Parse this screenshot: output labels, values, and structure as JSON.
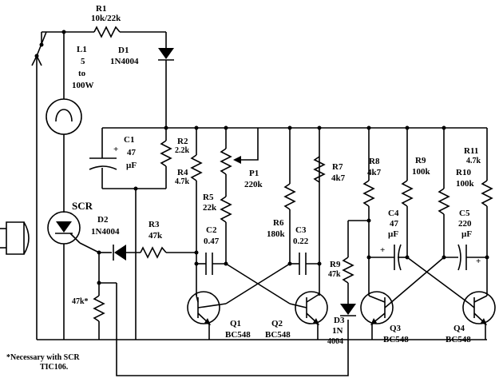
{
  "labels": {
    "r1_name": "R1",
    "r1_val": "10k/22k",
    "l1_name": "L1",
    "l1_v1": "5",
    "l1_v2": "to",
    "l1_v3": "100W",
    "d1_name": "D1",
    "d1_val": "1N4004",
    "c1_name": "C1",
    "c1_val": "47",
    "c1_unit": "µF",
    "r2_name": "R2",
    "r2_val": "2.2k",
    "r4_name": "R4",
    "r4_val": "4.7k",
    "p1_name": "P1",
    "p1_val": "220k",
    "r7_name": "R7",
    "r7_val": "4k7",
    "r8_name": "R8",
    "r8_val": "4k7",
    "r9a_name": "R9",
    "r9a_val": "100k",
    "r11_name": "R11",
    "r11_val": "4.7k",
    "r10_name": "R10",
    "r10_val": "100k",
    "scr_name": "SCR",
    "d2_name": "D2",
    "d2_val": "1N4004",
    "r3_name": "R3",
    "r3_val": "47k",
    "r5_name": "R5",
    "r5_val": "22k",
    "c2_name": "C2",
    "c2_val": "0.47",
    "r6_name": "R6",
    "r6_val": "180k",
    "c3_name": "C3",
    "c3_val": "0.22",
    "c4_name": "C4",
    "c4_val": "47",
    "c4_unit": "µF",
    "c5_name": "C5",
    "c5_val": "220",
    "c5_unit": "µF",
    "r9b_name": "R9",
    "r9b_val": "47k",
    "r47k": "47k*",
    "q1_name": "Q1",
    "q1_val": "BC548",
    "q2_name": "Q2",
    "q2_val": "BC548",
    "d3_name": "D3",
    "d3_v1": "1N",
    "d3_v2": "4004",
    "q3_name": "Q3",
    "q3_val": "BC548",
    "q4_name": "Q4",
    "q4_val": "BC548",
    "note1": "*Necessary with SCR",
    "note2": "TIC106.",
    "plus": "+"
  }
}
